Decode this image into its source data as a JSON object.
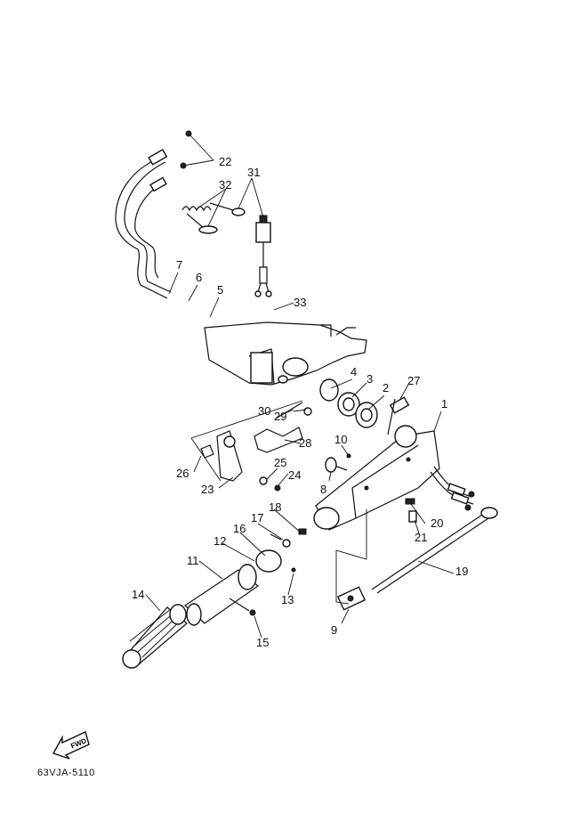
{
  "diagram": {
    "code": "63VJA-5110",
    "fwd_label": "FWD",
    "callouts": [
      {
        "id": "c1",
        "text": "1"
      },
      {
        "id": "c2",
        "text": "2"
      },
      {
        "id": "c3",
        "text": "3"
      },
      {
        "id": "c4",
        "text": "4"
      },
      {
        "id": "c5",
        "text": "5"
      },
      {
        "id": "c6",
        "text": "6"
      },
      {
        "id": "c7",
        "text": "7"
      },
      {
        "id": "c8",
        "text": "8"
      },
      {
        "id": "c9",
        "text": "9"
      },
      {
        "id": "c10",
        "text": "10"
      },
      {
        "id": "c11",
        "text": "11"
      },
      {
        "id": "c12",
        "text": "12"
      },
      {
        "id": "c13",
        "text": "13"
      },
      {
        "id": "c14",
        "text": "14"
      },
      {
        "id": "c15",
        "text": "15"
      },
      {
        "id": "c16",
        "text": "16"
      },
      {
        "id": "c17",
        "text": "17"
      },
      {
        "id": "c18",
        "text": "18"
      },
      {
        "id": "c19",
        "text": "19"
      },
      {
        "id": "c20",
        "text": "20"
      },
      {
        "id": "c21",
        "text": "21"
      },
      {
        "id": "c22",
        "text": "22"
      },
      {
        "id": "c23",
        "text": "23"
      },
      {
        "id": "c24",
        "text": "24"
      },
      {
        "id": "c25",
        "text": "25"
      },
      {
        "id": "c26",
        "text": "26"
      },
      {
        "id": "c27",
        "text": "27"
      },
      {
        "id": "c28",
        "text": "28"
      },
      {
        "id": "c29",
        "text": "29"
      },
      {
        "id": "c30",
        "text": "30"
      },
      {
        "id": "c31",
        "text": "31"
      },
      {
        "id": "c32",
        "text": "32"
      },
      {
        "id": "c33",
        "text": "33"
      }
    ]
  }
}
